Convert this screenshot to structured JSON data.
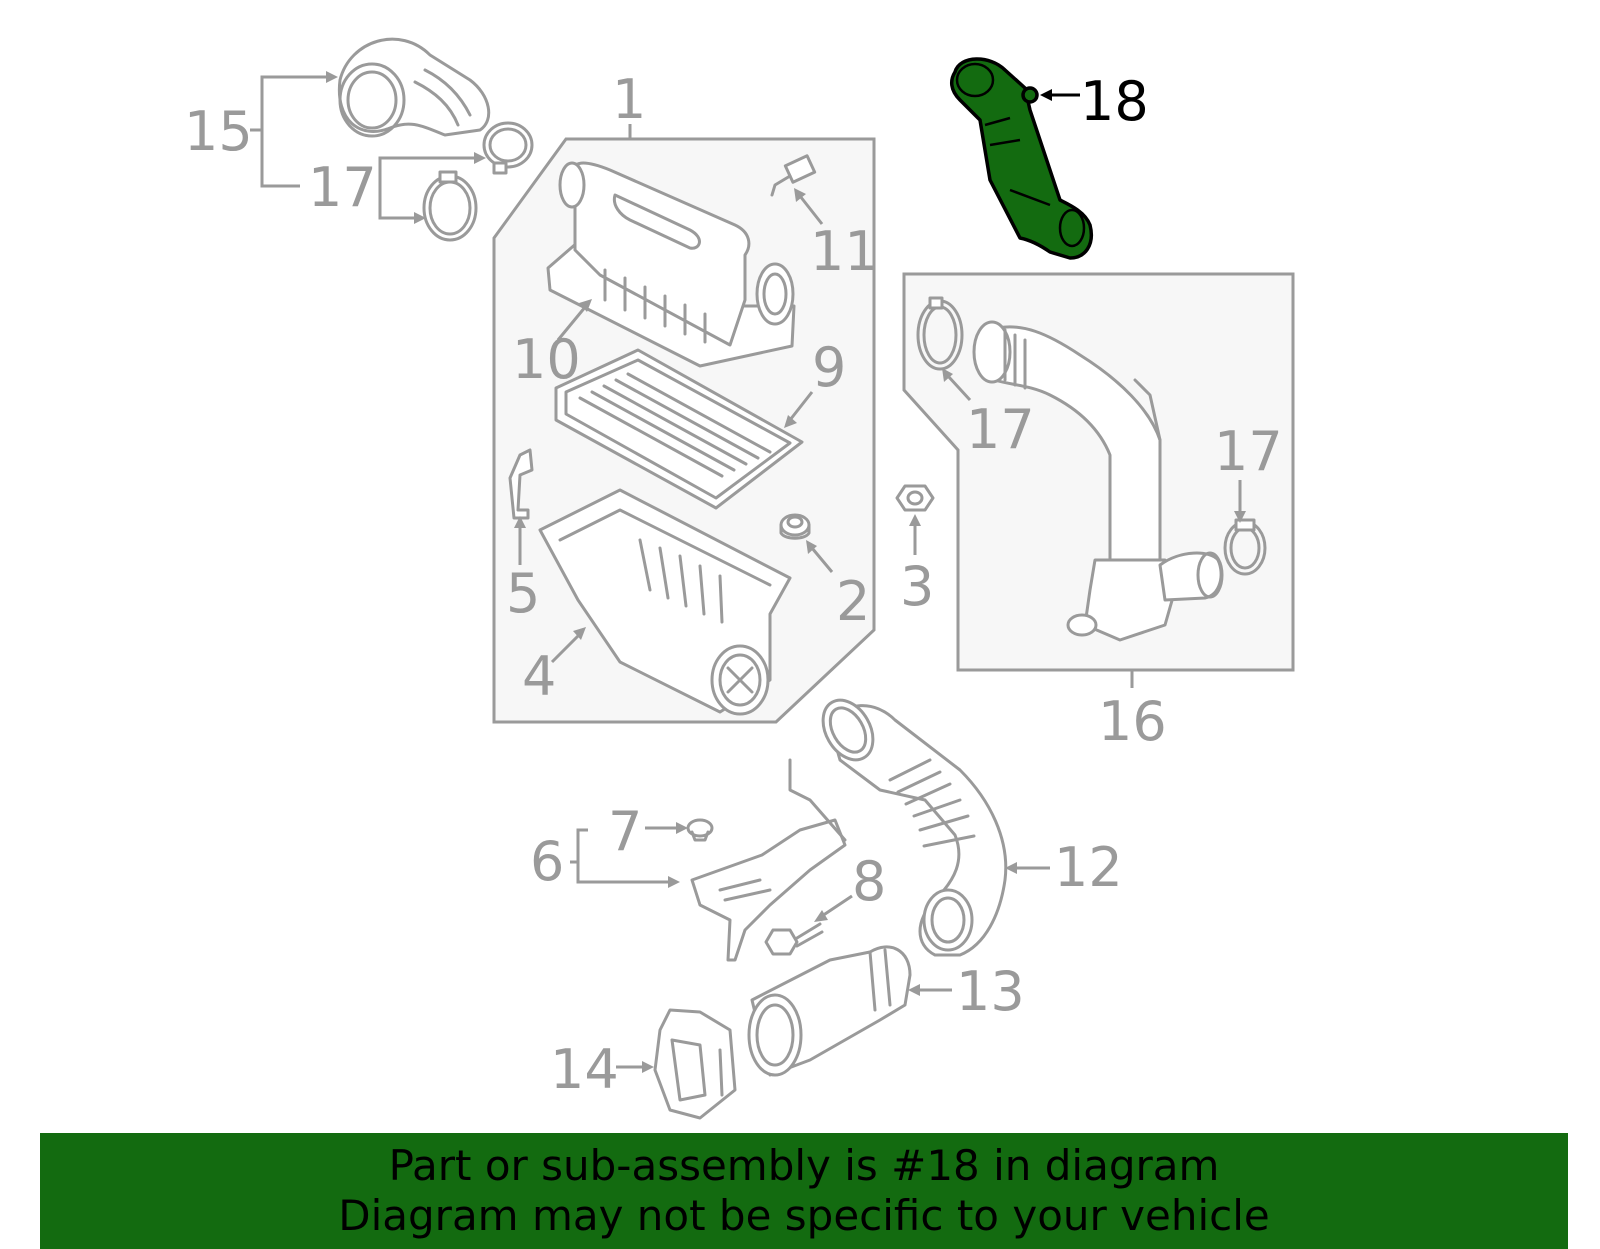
{
  "callouts": {
    "c1": "1",
    "c2": "2",
    "c3": "3",
    "c4": "4",
    "c5": "5",
    "c6": "6",
    "c7": "7",
    "c8": "8",
    "c9": "9",
    "c10": "10",
    "c11": "11",
    "c12": "12",
    "c13": "13",
    "c14": "14",
    "c15": "15",
    "c16": "16",
    "c17a": "17",
    "c17b": "17",
    "c17c": "17",
    "c18": "18"
  },
  "highlighted_part": "18",
  "colors": {
    "highlight": "#136b10",
    "part_line": "#9a9a9a",
    "box_fill": "#f7f7f7"
  },
  "banner": {
    "line1": "Part or sub-assembly is #18 in diagram",
    "line2": "Diagram may not be specific to your vehicle"
  }
}
